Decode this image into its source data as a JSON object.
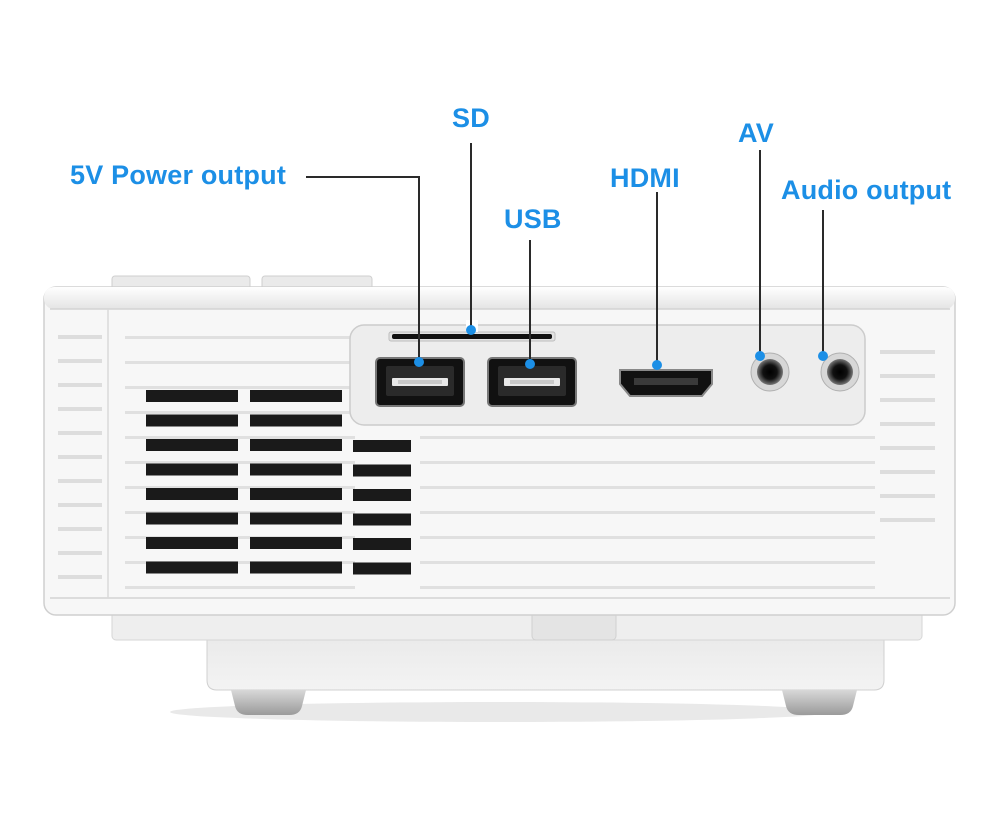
{
  "colors": {
    "label": "#1c8fe6",
    "leader": "#2a2a2a",
    "body": "#f6f6f6",
    "port_panel": "#ececec",
    "vent": "#1a1a1a"
  },
  "callouts": {
    "power": "5V Power output",
    "sd": "SD",
    "usb": "USB",
    "hdmi": "HDMI",
    "av": "AV",
    "audio": "Audio output"
  }
}
